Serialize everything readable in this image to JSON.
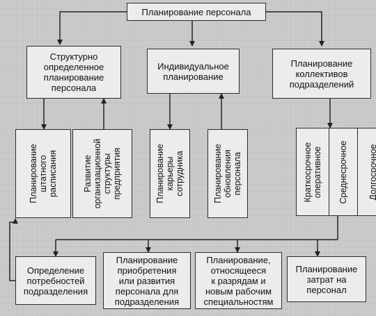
{
  "diagram": {
    "root": "Планирование персонала",
    "level1": [
      "Структурно\nопределенное\nпланирование\nперсонала",
      "Индивидуальное\nпланирование",
      "Планирование\nколлективов\nподразделений"
    ],
    "vertical": {
      "staff_schedule": "Планирование\nштатного\nрасписания",
      "org_structure": "Развитие\nорганизационной\nструктуры\nпредприятия",
      "career": "Планирование\nкарьеры\nсотрудника",
      "renewal": "Планирование\nобновления\nперсонала",
      "short_term": "Краткосрочное\nоперативное",
      "mid_term": "Среднесрочное",
      "long_term": "Долгосрочное"
    },
    "bottom": [
      "Определение\nпотребностей\nподразделения",
      "Планирование\nприобретения\nили развития\nперсонала для\nподразделения",
      "Планирование,\nотносящееся\nк разрядам и\nновым рабочим\nспециальностям",
      "Планирование\nзатрат на\nперсонал"
    ]
  }
}
